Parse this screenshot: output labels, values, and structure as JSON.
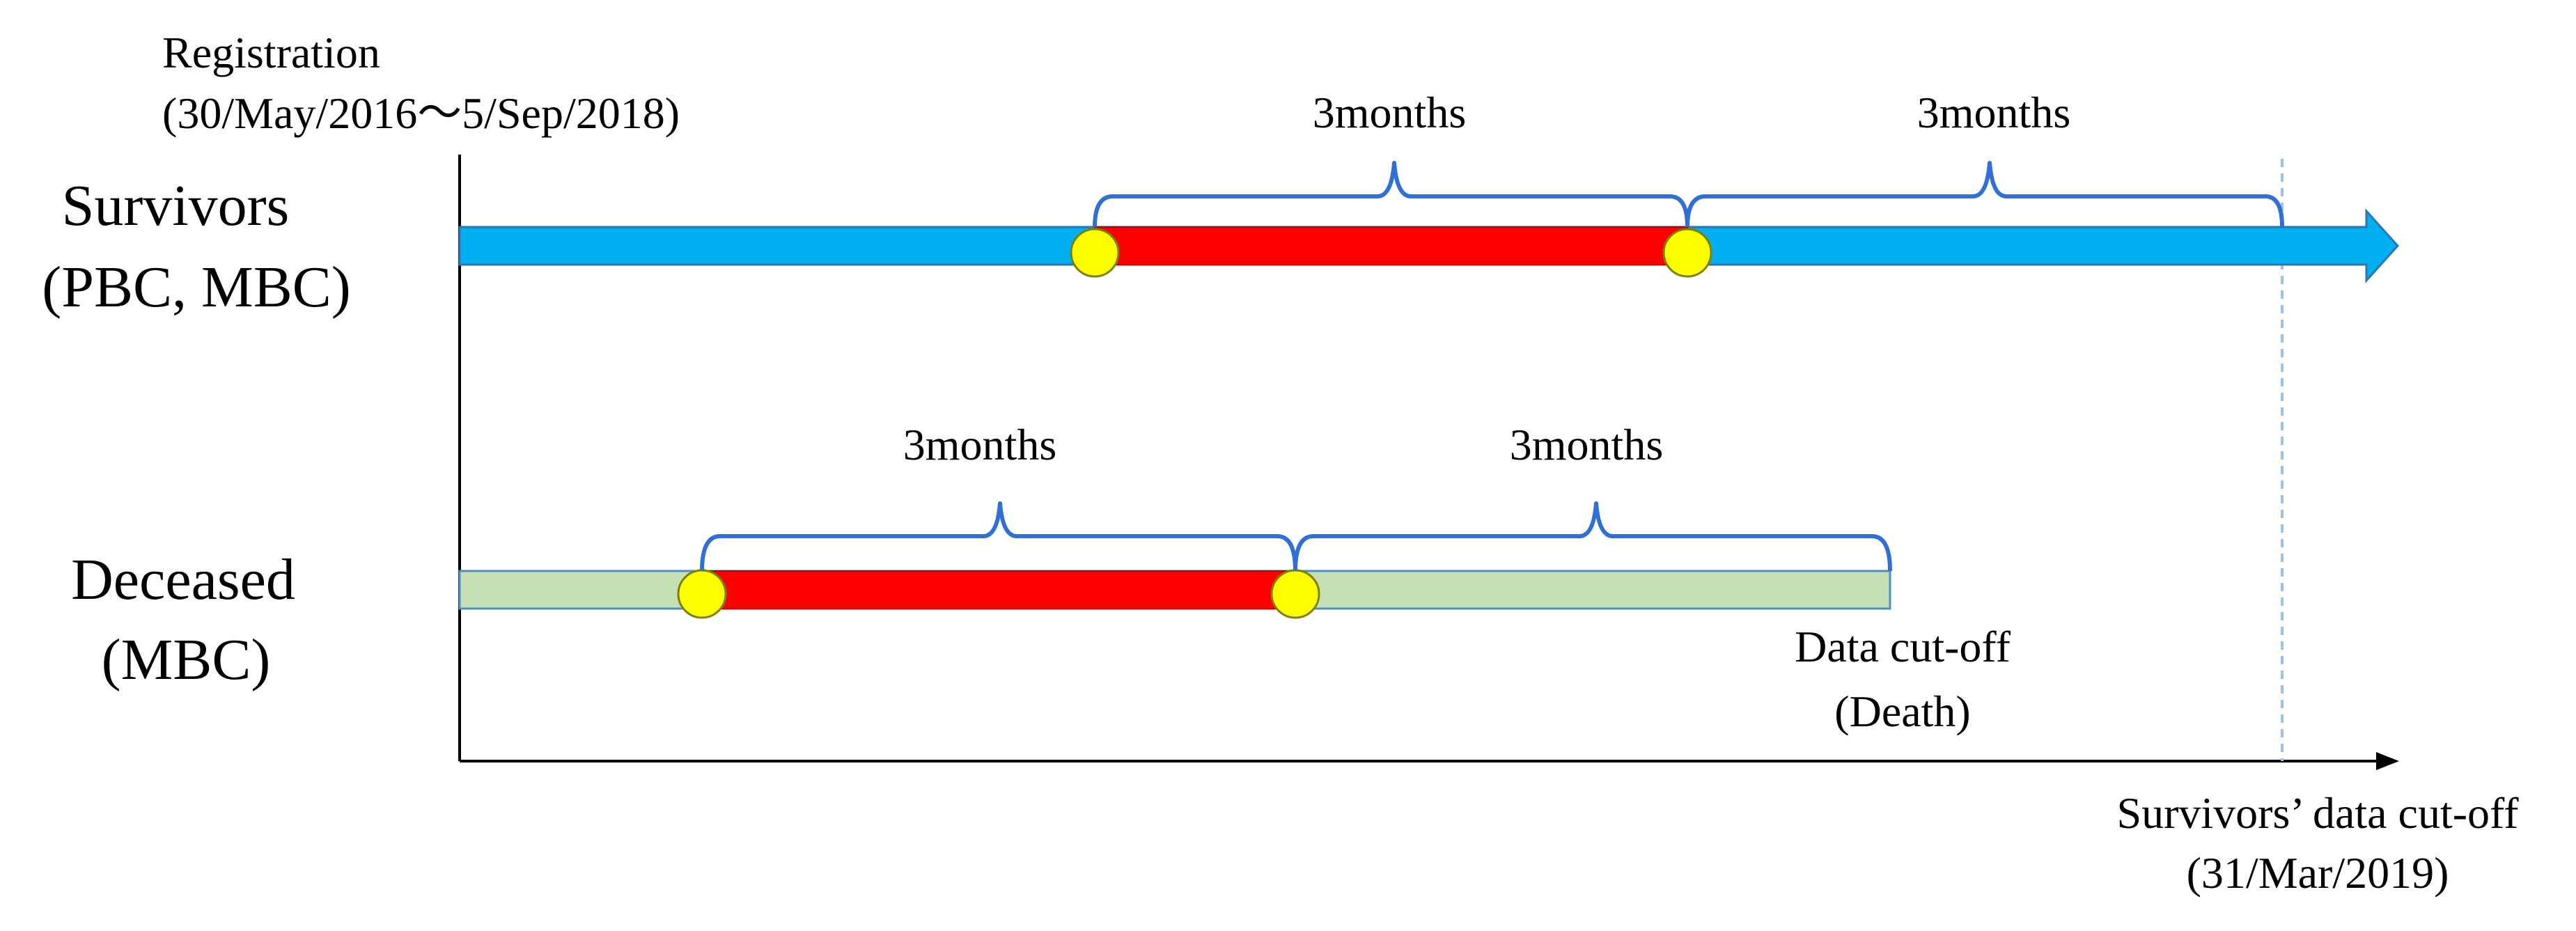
{
  "registration": {
    "line1": "Registration",
    "line2": "(30/May/2016～5/Sep/2018)"
  },
  "survivors": {
    "line1": "Survivors",
    "line2": "(PBC, MBC)",
    "bracket1_label": "3months",
    "bracket2_label": "3months"
  },
  "deceased": {
    "line1": "Deceased",
    "line2": "(MBC)",
    "bracket1_label": "3months",
    "bracket2_label": "3months",
    "cutoff_line1": "Data cut-off",
    "cutoff_line2": "(Death)"
  },
  "survivors_cutoff": {
    "line1": "Survivors’ data cut-off",
    "line2": "(31/Mar/2019)"
  },
  "colors": {
    "survivors_bar": "#00B0F0",
    "survivors_bar_stroke": "#2E75B6",
    "deceased_bar": "#C5E0B4",
    "deceased_bar_stroke": "#4F8FBF",
    "window_segment": "#FF0000",
    "timepoint_marker": "#FFFF00",
    "bracket": "#2F6FD6",
    "axis": "#000000",
    "cutoff_dashed_line": "#9DC3E6"
  }
}
